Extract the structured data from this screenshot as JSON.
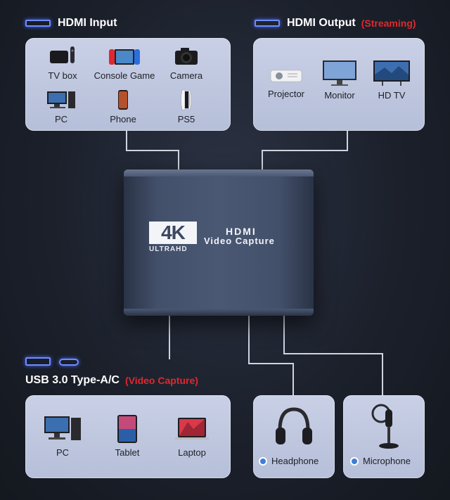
{
  "hdmi_input": {
    "title": "HDMI Input",
    "items": [
      "TV box",
      "Console Game",
      "Camera",
      "PC",
      "Phone",
      "PS5"
    ]
  },
  "hdmi_output": {
    "title": "HDMI Output",
    "note": "(Streaming)",
    "items": [
      "Projector",
      "Monitor",
      "HD TV"
    ]
  },
  "device": {
    "badge": "4K",
    "badge_sub": "ULTRAHD",
    "brand": "HDMI",
    "name": "Video Capture"
  },
  "usb": {
    "title": "USB 3.0 Type-A/C",
    "note": "(Video Capture)",
    "items": [
      "PC",
      "Tablet",
      "Laptop"
    ]
  },
  "audio": {
    "headphone": "Headphone",
    "microphone": "Microphone"
  },
  "colors": {
    "accent": "#e0282e",
    "port_glow": "#6f8cff",
    "panel": "#c9d0e6",
    "background": "#1b202b"
  }
}
